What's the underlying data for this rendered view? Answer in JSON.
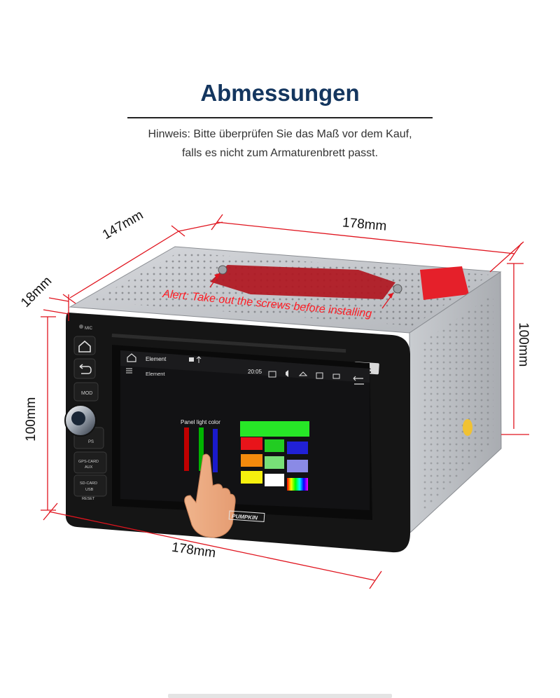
{
  "header": {
    "title": "Abmessungen",
    "hint_line1": "Hinweis: Bitte überprüfen Sie das Maß vor dem Kauf,",
    "hint_line2": "falls es nicht zum Armaturenbrett passt."
  },
  "dimensions": {
    "depth": "147mm",
    "width_top": "178mm",
    "thickness": "18mm",
    "height_left": "100mm",
    "height_right": "100mm",
    "width_bottom": "178mm"
  },
  "alert": "Alert: Take out the screws before installing",
  "device": {
    "buttons": {
      "mic": "MIC",
      "mod": "MOD",
      "gps_card": "GPS-CARD",
      "aux": "AUX",
      "sd_card": "SD-CARD",
      "usb": "USB",
      "reset": "RESET",
      "gps": "PS"
    },
    "brand": "PUMPKIN"
  },
  "screen": {
    "app_title": "Element",
    "sub_title": "Element",
    "time": "20:05",
    "panel_label": "Panel light color"
  },
  "colors": {
    "accent": "#14365f",
    "dimension_line": "#e0141e",
    "alert_label": "#b0161f"
  }
}
